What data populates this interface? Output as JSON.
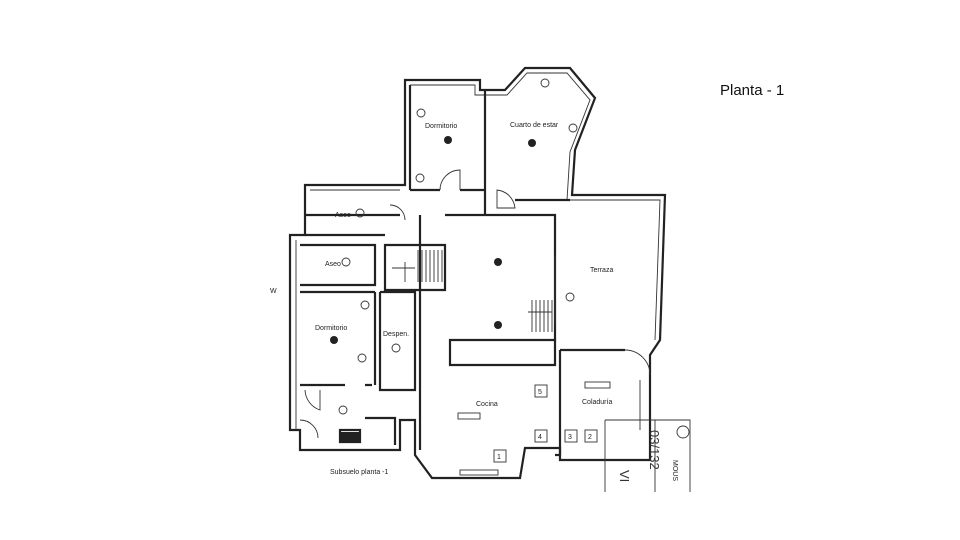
{
  "title": "Planta - 1",
  "rooms": {
    "dormitorio_top": "Dormitorio",
    "cuarto_estar": "Cuarto de estar",
    "aseo_1": "Aseo",
    "aseo_2": "Aseo",
    "terraza": "Terraza",
    "dormitorio_left": "Dormitorio",
    "despensa": "Despen.",
    "cocina": "Cocina",
    "coladuria": "Coladuría",
    "subsuelo": "Subsuelo planta -1"
  },
  "markers": [
    "5",
    "4",
    "3",
    "2",
    "1"
  ],
  "stamp": {
    "code": "03/132",
    "side": "VI",
    "brand": "MOUS"
  },
  "side_letter": "W"
}
